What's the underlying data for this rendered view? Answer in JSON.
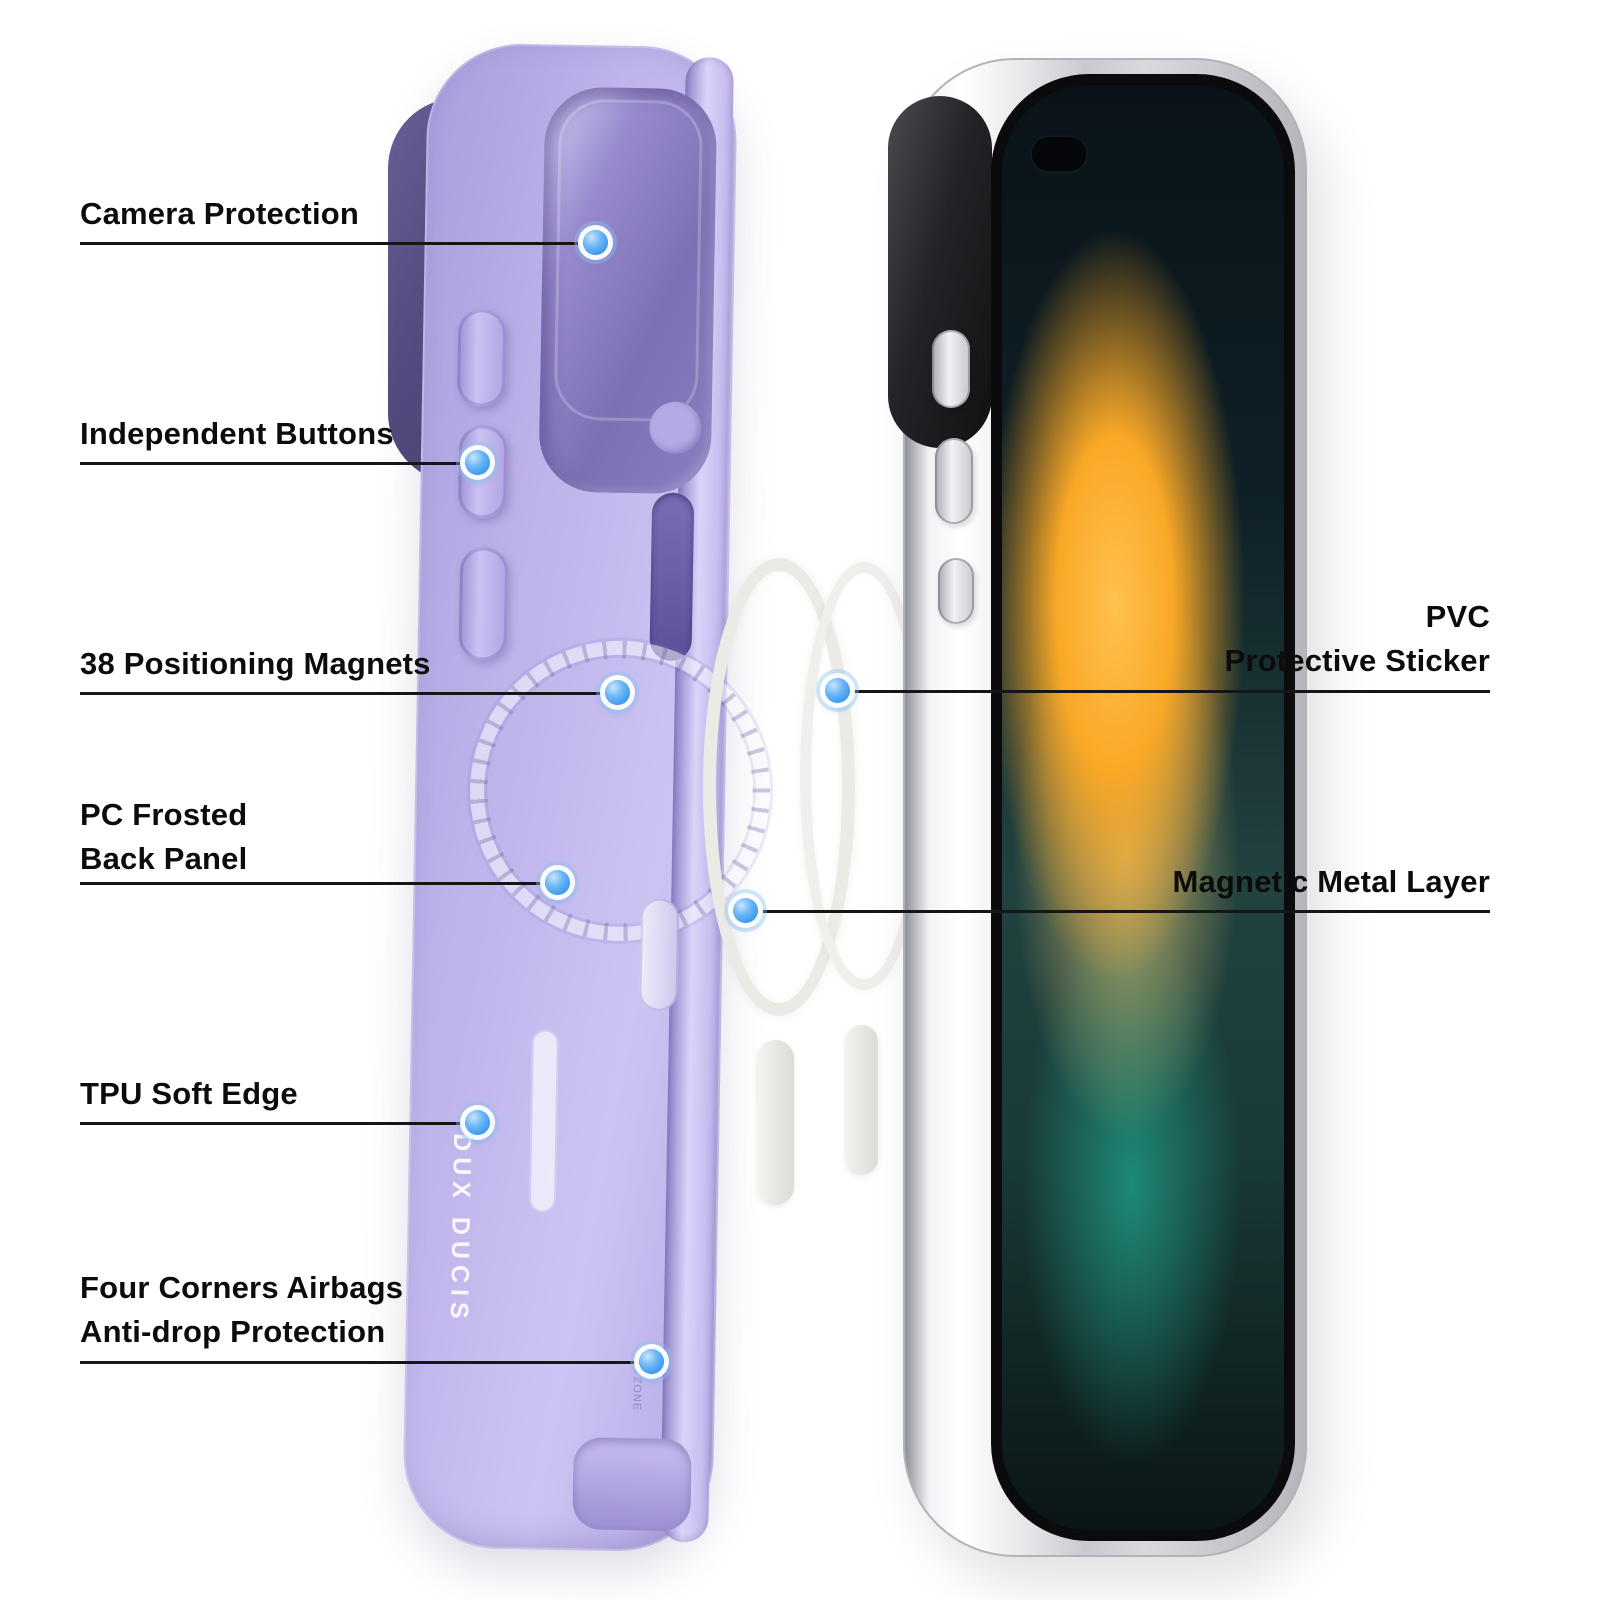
{
  "diagram": {
    "brand_vertical_text": "DUX DUCIS",
    "brand_small_text": "YZONE"
  },
  "callouts": {
    "left": [
      {
        "label_lines": [
          "Camera Protection"
        ]
      },
      {
        "label_lines": [
          "Independent Buttons"
        ]
      },
      {
        "label_lines": [
          "38 Positioning Magnets"
        ]
      },
      {
        "label_lines": [
          "PC Frosted",
          "Back Panel"
        ]
      },
      {
        "label_lines": [
          "TPU Soft Edge"
        ]
      },
      {
        "label_lines": [
          "Four Corners Airbags",
          "Anti-drop Protection"
        ]
      }
    ],
    "right": [
      {
        "label_lines": [
          "PVC",
          "Protective Sticker"
        ]
      },
      {
        "label_lines": [
          "Magnetic Metal Layer"
        ]
      }
    ]
  },
  "colors": {
    "case_purple": "#b9aee7",
    "dot_blue": "#2e9bf0",
    "line_black": "#161616",
    "phone_silver": "#e8e9ec",
    "wallpaper_orange": "#f7a82a",
    "wallpaper_teal": "#1d8f7a"
  }
}
